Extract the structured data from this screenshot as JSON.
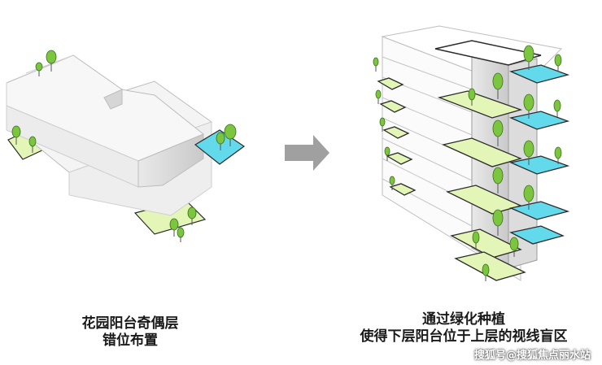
{
  "left_caption": {
    "line1": "花园阳台奇偶层",
    "line2": "错位布置"
  },
  "right_caption": {
    "line1": "通过绿化种植",
    "line2": "使得下层阳台位于上层的视线盲区"
  },
  "watermark": "搜狐号@搜狐焦点丽水站",
  "colors": {
    "building": "#f2f2f2",
    "building_shade": "#d6d6d6",
    "terrace": "#e4f5b8",
    "terrace_edge": "#2b2b2b",
    "tree": "#7cc63f",
    "water_balcony": "#63d9ec",
    "arrow": "#a0a0a0"
  },
  "icons": {
    "arrow": "right-arrow-icon",
    "tree": "tree-icon"
  }
}
